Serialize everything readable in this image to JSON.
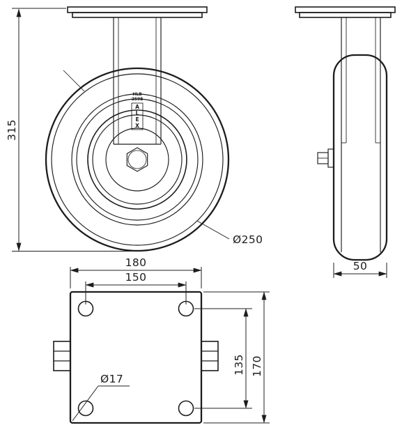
{
  "page": {
    "background_color": "#ffffff",
    "line_color": "#1c1c1c"
  },
  "drawing": {
    "dimensions": {
      "overall_height": "315",
      "wheel_diameter": "Ø250",
      "wheel_width": "50",
      "plate_width": "180",
      "hole_spacing_width": "150",
      "hole_spacing_length": "135",
      "plate_length": "170",
      "hole_diameter": "Ø17"
    },
    "wheel_markings": {
      "model_line1": "HLB",
      "model_line2": "250E",
      "brand_letters": [
        "A",
        "L",
        "E",
        "X"
      ]
    }
  }
}
